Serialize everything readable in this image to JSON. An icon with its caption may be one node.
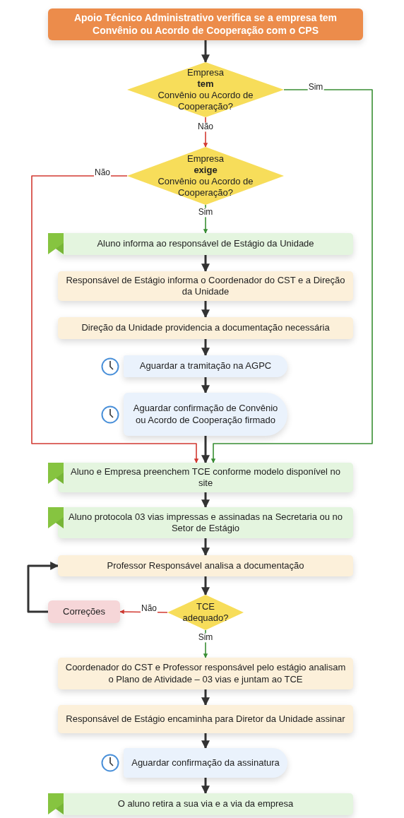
{
  "diagram": {
    "nodes": [
      {
        "text": [
          "Apoio Técnico Administrativo verifica se a empresa tem Convênio ou Acordo de Cooperação com o CPS"
        ]
      },
      {
        "text": [
          "Empresa",
          "tem",
          "Convênio ou Acordo de Cooperação?"
        ]
      },
      {
        "text": [
          "Empresa",
          "exige",
          "Convênio ou Acordo de Cooperação?"
        ]
      },
      {
        "text": [
          "Aluno informa ao responsável de Estágio da Unidade"
        ]
      },
      {
        "text": [
          "Responsável de Estágio informa o Coordenador do CST e a Direção da Unidade"
        ]
      },
      {
        "text": [
          "Direção da Unidade providencia a documentação necessária"
        ]
      },
      {
        "text": [
          "Aguardar a tramitação na AGPC"
        ]
      },
      {
        "text": [
          "Aguardar confirmação de Convênio ou Acordo de Cooperação firmado"
        ]
      },
      {
        "text": [
          "Aluno e Empresa preenchem TCE conforme modelo disponível no site"
        ]
      },
      {
        "text": [
          "Aluno protocola 03 vias impressas e assinadas na Secretaria ou no Setor de Estágio"
        ]
      },
      {
        "text": [
          "Professor Responsável analisa a documentação"
        ]
      },
      {
        "text": [
          "TCE adequado?"
        ]
      },
      {
        "text": [
          "Correções"
        ]
      },
      {
        "text": [
          "Coordenador do CST e Professor responsável pelo estágio analisam o Plano de Atividade – 03 vias e juntam ao TCE"
        ]
      },
      {
        "text": [
          "Responsável de Estágio encaminha para Diretor da Unidade assinar"
        ]
      },
      {
        "text": [
          "Aguardar confirmação da assinatura"
        ]
      },
      {
        "text": [
          "O aluno retira a sua via e a via da empresa"
        ]
      }
    ],
    "edges": [
      {
        "from": 0,
        "to": 1,
        "arrow": "to"
      },
      {
        "from": 1,
        "to": 2,
        "arrow": "to",
        "label": "Não",
        "color": "#d23a32"
      },
      {
        "from": 1,
        "to": 8,
        "arrow": "to",
        "label": "Sim",
        "color": "#3a8f34"
      },
      {
        "from": 2,
        "to": 3,
        "arrow": "to",
        "label": "Sim",
        "color": "#3a8f34"
      },
      {
        "from": 2,
        "to": 8,
        "arrow": "to",
        "label": "Não",
        "color": "#d23a32"
      },
      {
        "from": 3,
        "to": 4,
        "arrow": "to"
      },
      {
        "from": 4,
        "to": 5,
        "arrow": "to"
      },
      {
        "from": 5,
        "to": 6,
        "arrow": "to"
      },
      {
        "from": 6,
        "to": 7,
        "arrow": "to"
      },
      {
        "from": 7,
        "to": 8,
        "arrow": "to"
      },
      {
        "from": 8,
        "to": 9,
        "arrow": "to"
      },
      {
        "from": 9,
        "to": 10,
        "arrow": "to"
      },
      {
        "from": 10,
        "to": 11,
        "arrow": "to"
      },
      {
        "from": 11,
        "to": 12,
        "arrow": "to",
        "label": "Não",
        "color": "#d23a32"
      },
      {
        "from": 12,
        "to": 10,
        "arrow": "to"
      },
      {
        "from": 11,
        "to": 13,
        "arrow": "to",
        "label": "Sim",
        "color": "#3a8f34"
      },
      {
        "from": 13,
        "to": 14,
        "arrow": "to"
      },
      {
        "from": 14,
        "to": 15,
        "arrow": "to"
      },
      {
        "from": 15,
        "to": 16,
        "arrow": "to"
      }
    ]
  }
}
